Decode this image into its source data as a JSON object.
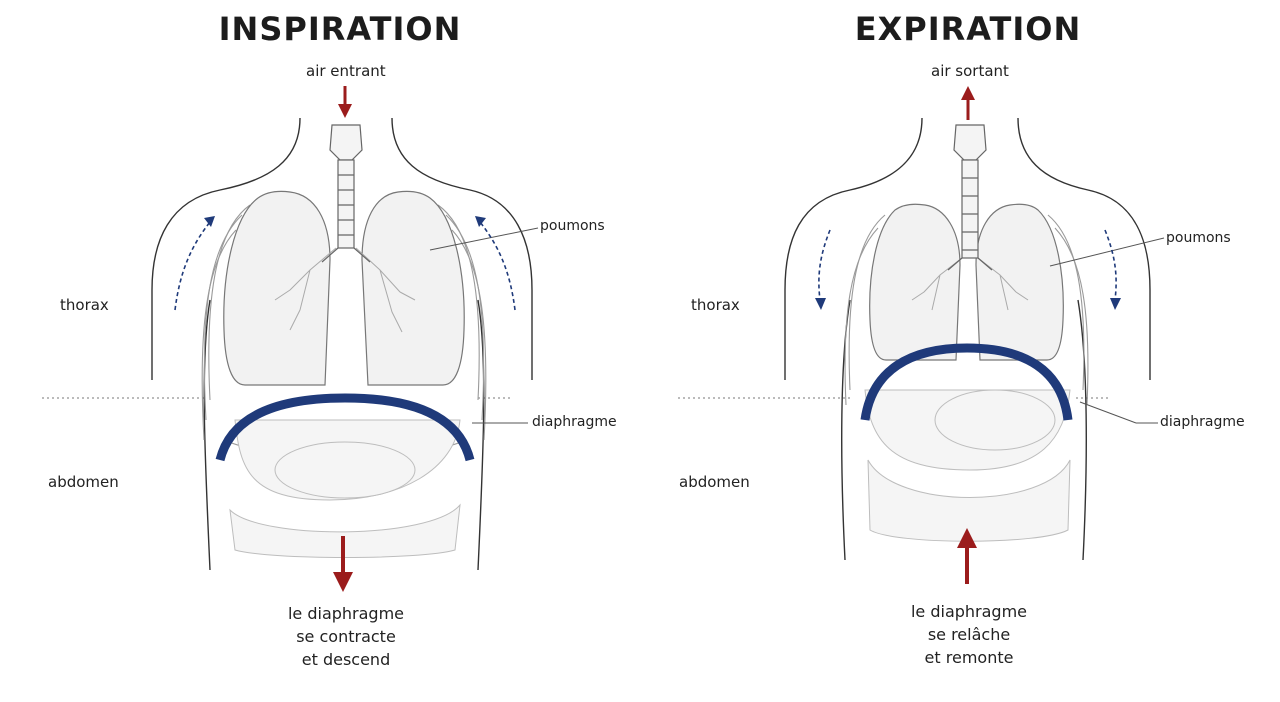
{
  "colors": {
    "arrow_red": "#9b1c1c",
    "diaphragm_blue": "#1f3a7a",
    "rotation_arrow_blue": "#1f3a7a",
    "outline": "#333333"
  },
  "inspiration": {
    "title": "INSPIRATION",
    "air_label": "air entrant",
    "air_arrow": "arrow-down",
    "lungs_label": "poumons",
    "thorax_label": "thorax",
    "abdomen_label": "abdomen",
    "diaphragm_label": "diaphragme",
    "caption": [
      "le diaphragme",
      "se contracte",
      "et descend"
    ],
    "diaphragm_arrow": "arrow-down"
  },
  "expiration": {
    "title": "EXPIRATION",
    "air_label": "air sortant",
    "air_arrow": "arrow-up",
    "lungs_label": "poumons",
    "thorax_label": "thorax",
    "abdomen_label": "abdomen",
    "diaphragm_label": "diaphragme",
    "caption": [
      "le diaphragme",
      "se relâche",
      "et remonte"
    ],
    "diaphragm_arrow": "arrow-up"
  }
}
